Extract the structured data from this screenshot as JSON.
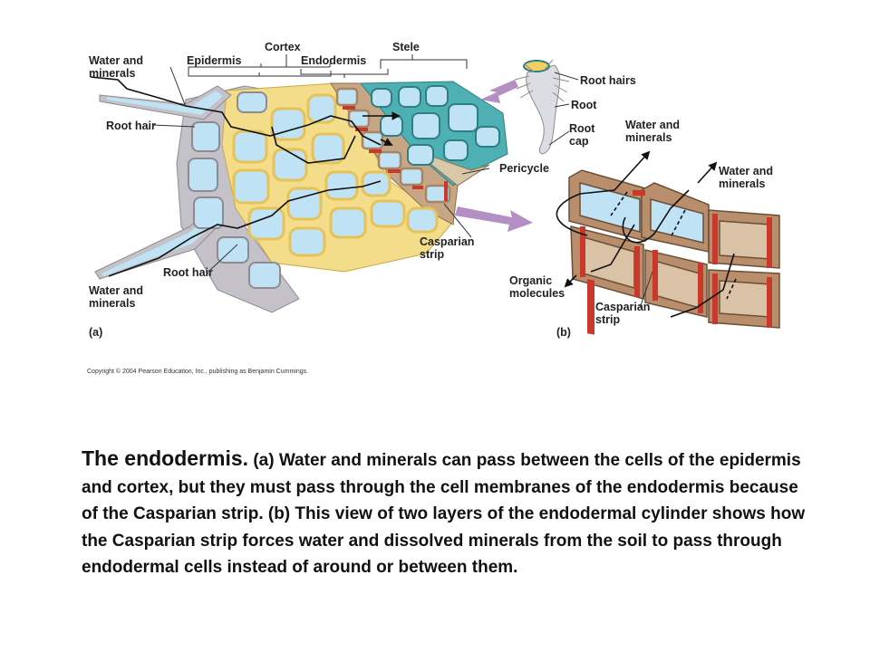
{
  "figure": {
    "labels": {
      "cortex": "Cortex",
      "stele": "Stele",
      "epidermis": "Epidermis",
      "endodermis": "Endodermis",
      "water_minerals_top_1": "Water and",
      "water_minerals_top_2": "minerals",
      "root_hair_top": "Root hair",
      "root_hair_bottom": "Root hair",
      "water_minerals_bottom_1": "Water and",
      "water_minerals_bottom_2": "minerals",
      "casparian_a_1": "Casparian",
      "casparian_a_2": "strip",
      "pericycle": "Pericycle",
      "panel_a": "(a)",
      "root_hairs_inset": "Root hairs",
      "root_inset": "Root",
      "root_cap_1": "Root",
      "root_cap_2": "cap",
      "water_minerals_b1_1": "Water and",
      "water_minerals_b1_2": "minerals",
      "water_minerals_b2_1": "Water and",
      "water_minerals_b2_2": "minerals",
      "organic_1": "Organic",
      "organic_2": "molecules",
      "casparian_b_1": "Casparian",
      "casparian_b_2": "strip",
      "panel_b": "(b)",
      "copyright": "Copyright © 2004 Pearson Education, Inc., publishing as Benjamin Cummings."
    },
    "colors": {
      "epidermis": "#c4c2c8",
      "cortex": "#f3dc8a",
      "endodermis": "#c7a686",
      "stele": "#4fb0b3",
      "cell_lumen": "#bfe3f4",
      "casparian": "#c9382b",
      "arrow": "#b48fc4"
    }
  },
  "caption": {
    "title": "The endodermis.",
    "text": " (a) Water and minerals can pass between the cells of the epidermis and cortex, but they must pass through the cell membranes of the endodermis because of the Casparian strip. (b) This view of two layers of the endodermal cylinder shows how the Casparian strip forces water and dissolved minerals from the soil to pass through endodermal cells instead of around or between them."
  }
}
